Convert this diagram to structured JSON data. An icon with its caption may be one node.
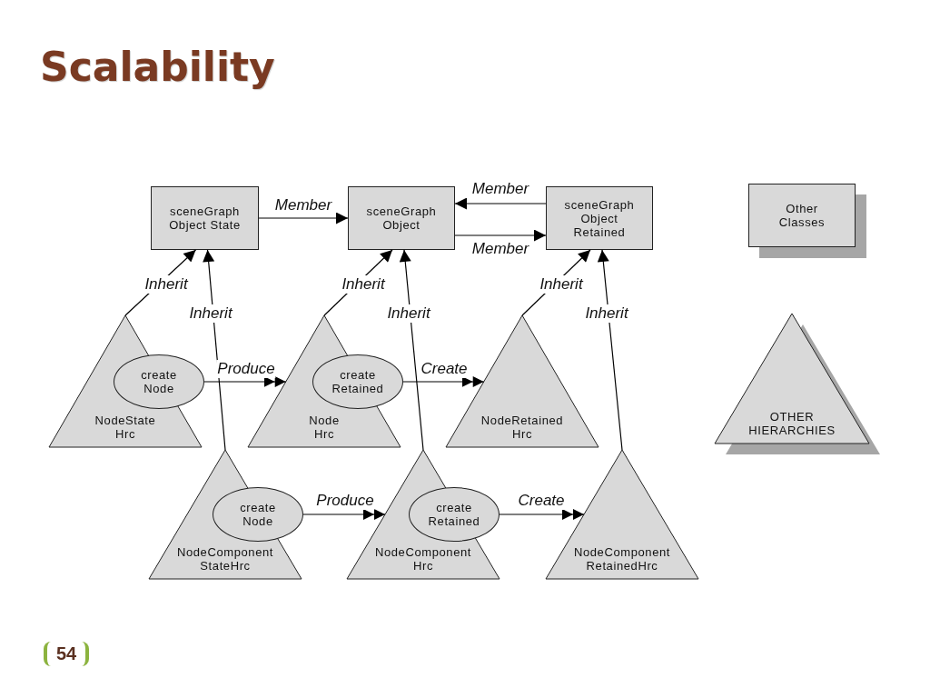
{
  "diagram": {
    "title": "Scalability",
    "nodes": [
      {
        "text": [
          "sceneGraph Object State"
        ]
      },
      {
        "text": [
          "sceneGraph Object"
        ]
      },
      {
        "text": [
          "sceneGraph Object Retained"
        ]
      },
      {
        "text": [
          "Other Classes"
        ]
      },
      {
        "text": [
          "NodeState Hrc"
        ]
      },
      {
        "text": [
          "create Node"
        ],
        "in": 4
      },
      {
        "text": [
          "Node Hrc"
        ]
      },
      {
        "text": [
          "create Retained"
        ],
        "in": 6
      },
      {
        "text": [
          "NodeRetained Hrc"
        ]
      },
      {
        "text": [
          "OTHER HIERARCHIES"
        ]
      },
      {
        "text": [
          "NodeComponent StateHrc"
        ]
      },
      {
        "text": [
          "create Node"
        ],
        "in": 10
      },
      {
        "text": [
          "NodeComponent Hrc"
        ]
      },
      {
        "text": [
          "create Retained"
        ],
        "in": 12
      },
      {
        "text": [
          "NodeComponent RetainedHrc"
        ]
      }
    ],
    "edges": [
      {
        "from": 0,
        "to": 1,
        "arrow": "to",
        "label": "Member"
      },
      {
        "from": 2,
        "to": 1,
        "arrow": "to",
        "label": "Member"
      },
      {
        "from": 1,
        "to": 2,
        "arrow": "to",
        "label": "Member"
      },
      {
        "from": 4,
        "to": 0,
        "arrow": "to",
        "label": "Inherit"
      },
      {
        "from": 10,
        "to": 0,
        "arrow": "to",
        "label": "Inherit"
      },
      {
        "from": 6,
        "to": 1,
        "arrow": "to",
        "label": "Inherit"
      },
      {
        "from": 12,
        "to": 1,
        "arrow": "to",
        "label": "Inherit"
      },
      {
        "from": 8,
        "to": 2,
        "arrow": "to",
        "label": "Inherit"
      },
      {
        "from": 14,
        "to": 2,
        "arrow": "to",
        "label": "Inherit"
      },
      {
        "from": 5,
        "to": 6,
        "arrow": "to",
        "label": "Produce"
      },
      {
        "from": 7,
        "to": 8,
        "arrow": "to",
        "label": "Create"
      },
      {
        "from": 11,
        "to": 12,
        "arrow": "to",
        "label": "Produce"
      },
      {
        "from": 13,
        "to": 14,
        "arrow": "to",
        "label": "Create"
      }
    ],
    "labels": [
      "54"
    ]
  }
}
